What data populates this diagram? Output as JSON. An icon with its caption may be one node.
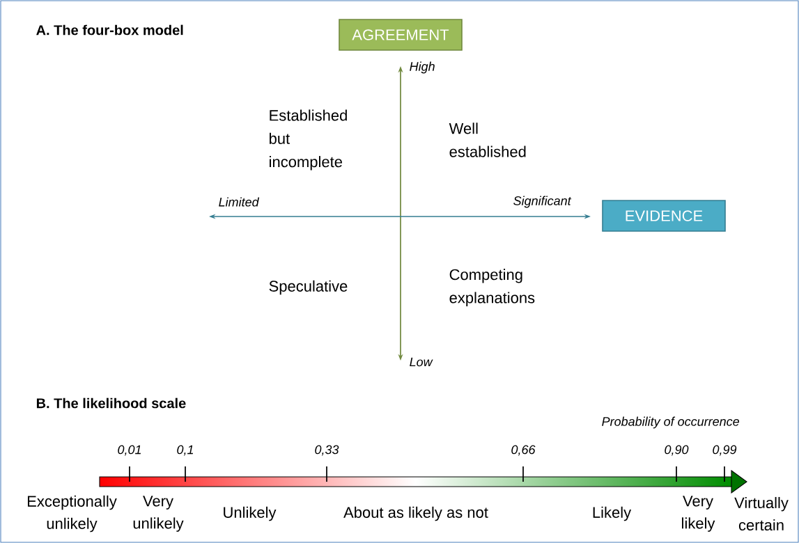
{
  "diagram": {
    "nodes": [
      {
        "text": [
          "AGREEMENT"
        ]
      },
      {
        "text": [
          "EVIDENCE"
        ]
      }
    ],
    "labels": [
      "A. The four-box model",
      "High",
      "Established but incomplete",
      "Well established",
      "Limited",
      "Significant",
      "Speculative",
      "Competing explanations",
      "Low",
      "B. The likelihood scale",
      "Probability of occurrence",
      "0,01",
      "0,1",
      "0,33",
      "0,66",
      "0,90",
      "0,99",
      "Exceptionally unlikely",
      "Very unlikely",
      "Unlikely",
      "About as likely as not",
      "Likely",
      "Very likely",
      "Virtually certain"
    ]
  }
}
